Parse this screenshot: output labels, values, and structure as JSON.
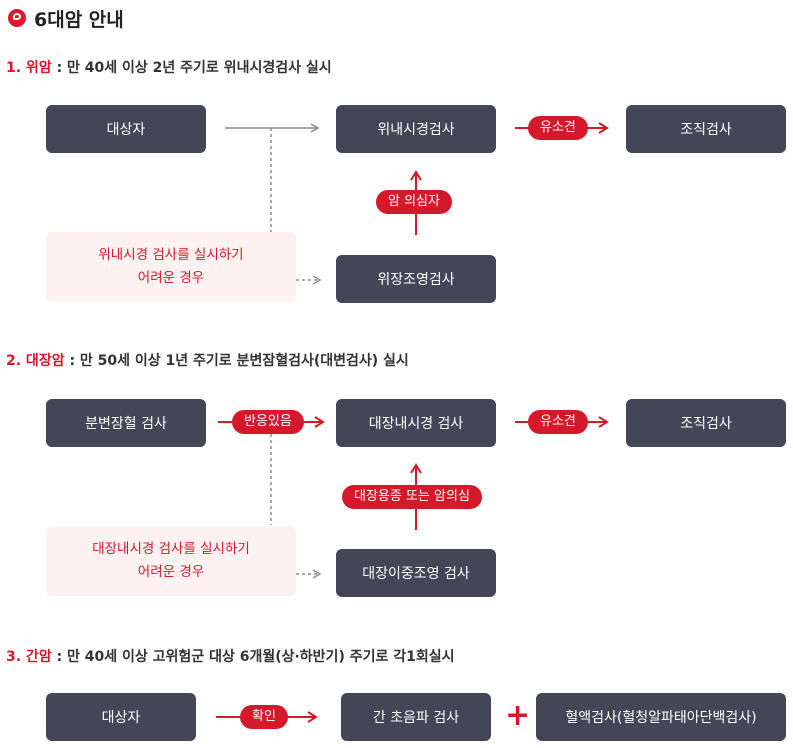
{
  "title": "6대암 안내",
  "sections": [
    {
      "num": "1. 위암",
      "desc": " : 만 40세 이상 2년 주기로 위내시경검사 실시",
      "start": "대상자",
      "main": "위내시경검사",
      "result": "조직검사",
      "alt": "위장조영검사",
      "pill_result": "유소견",
      "pill_up": "암 의심자",
      "note_line1": "위내시경 검사를 실시하기",
      "note_line2": "어려운 경우"
    },
    {
      "num": "2. 대장암",
      "desc": " : 만 50세 이상 1년 주기로 분변잠혈검사(대변검사) 실시",
      "start": "분변잠혈 검사",
      "main": "대장내시경 검사",
      "result": "조직검사",
      "alt": "대장이중조영 검사",
      "pill_start": "반응있음",
      "pill_result": "유소견",
      "pill_up": "대장용종 또는 암의심",
      "note_line1": "대장내시경 검사를 실시하기",
      "note_line2": "어려운 경우"
    },
    {
      "num": "3. 간암",
      "desc": " : 만 40세 이상 고위험군 대상 6개월(상·하반기) 주기로 각1회실시",
      "start": "대상자",
      "pill_start": "확인",
      "main": "간 초음파 검사",
      "plus": "+",
      "extra": "혈액검사(혈청알파태아단백검사)"
    }
  ]
}
